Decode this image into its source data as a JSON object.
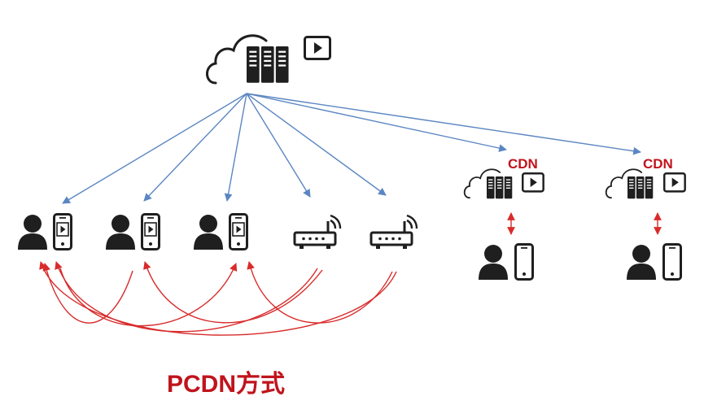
{
  "diagram": {
    "caption": "PCDN方式",
    "cdn_nodes": [
      {
        "label": "CDN"
      },
      {
        "label": "CDN"
      }
    ],
    "edge_peers": [
      {
        "type": "user-with-phone",
        "icon": "user-phone-video-icon"
      },
      {
        "type": "user-with-phone",
        "icon": "user-phone-video-icon"
      },
      {
        "type": "user-with-phone",
        "icon": "user-phone-video-icon"
      },
      {
        "type": "router",
        "icon": "wifi-router-icon"
      },
      {
        "type": "router",
        "icon": "wifi-router-icon"
      }
    ],
    "colors": {
      "origin_links": "#5b86c2",
      "p2p_links": "#d92b2b",
      "label_text": "#c0141c",
      "icons": "#1f1f1f"
    }
  }
}
